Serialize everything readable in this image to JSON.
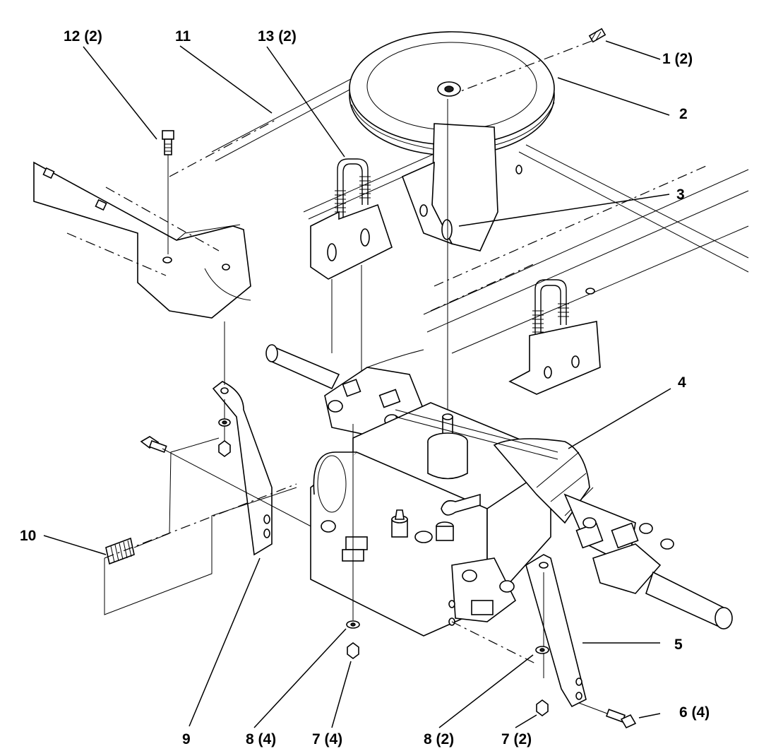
{
  "callouts": [
    {
      "id": "c1",
      "label": "1 (2)"
    },
    {
      "id": "c2",
      "label": "2"
    },
    {
      "id": "c3",
      "label": "3"
    },
    {
      "id": "c4",
      "label": "4"
    },
    {
      "id": "c5",
      "label": "5"
    },
    {
      "id": "c6",
      "label": "6 (4)"
    },
    {
      "id": "c7a",
      "label": "7 (2)"
    },
    {
      "id": "c7b",
      "label": "7 (4)"
    },
    {
      "id": "c8a",
      "label": "8 (2)"
    },
    {
      "id": "c8b",
      "label": "8 (4)"
    },
    {
      "id": "c9",
      "label": "9"
    },
    {
      "id": "c10",
      "label": "10"
    },
    {
      "id": "c11",
      "label": "11"
    },
    {
      "id": "c12",
      "label": "12 (2)"
    },
    {
      "id": "c13",
      "label": "13 (2)"
    }
  ]
}
